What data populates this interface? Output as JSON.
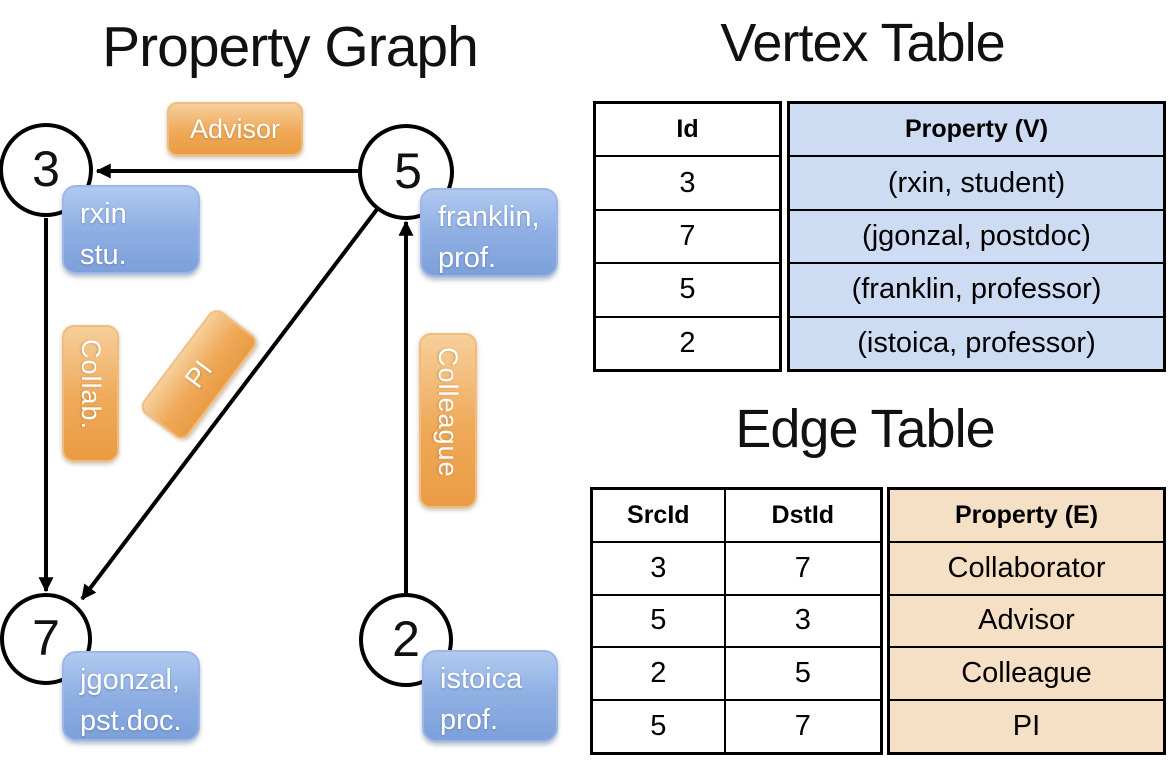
{
  "colors": {
    "edge_label_orange": "#efa958",
    "vertex_box_blue": "#8fafe3",
    "vertex_table_fill": "#cedcf3",
    "edge_table_fill": "#f6e0c5",
    "line_black": "#000000"
  },
  "graph": {
    "title": "Property Graph",
    "nodes": [
      {
        "id": "3",
        "line1": "rxin",
        "line2": "stu."
      },
      {
        "id": "5",
        "line1": "franklin,",
        "line2": "prof."
      },
      {
        "id": "7",
        "line1": "jgonzal,",
        "line2": "pst.doc."
      },
      {
        "id": "2",
        "line1": "istoica",
        "line2": "prof."
      }
    ],
    "edge_labels": {
      "advisor": "Advisor",
      "collab": "Collab.",
      "pi": "PI",
      "colleague": "Colleague"
    }
  },
  "vertex_table": {
    "title": "Vertex Table",
    "headers": {
      "id": "Id",
      "property": "Property (V)"
    },
    "rows": [
      {
        "id": "3",
        "property": "(rxin, student)"
      },
      {
        "id": "7",
        "property": "(jgonzal, postdoc)"
      },
      {
        "id": "5",
        "property": "(franklin, professor)"
      },
      {
        "id": "2",
        "property": "(istoica, professor)"
      }
    ]
  },
  "edge_table": {
    "title": "Edge Table",
    "headers": {
      "src": "SrcId",
      "dst": "DstId",
      "property": "Property (E)"
    },
    "rows": [
      {
        "src": "3",
        "dst": "7",
        "property": "Collaborator"
      },
      {
        "src": "5",
        "dst": "3",
        "property": "Advisor"
      },
      {
        "src": "2",
        "dst": "5",
        "property": "Colleague"
      },
      {
        "src": "5",
        "dst": "7",
        "property": "PI"
      }
    ]
  }
}
